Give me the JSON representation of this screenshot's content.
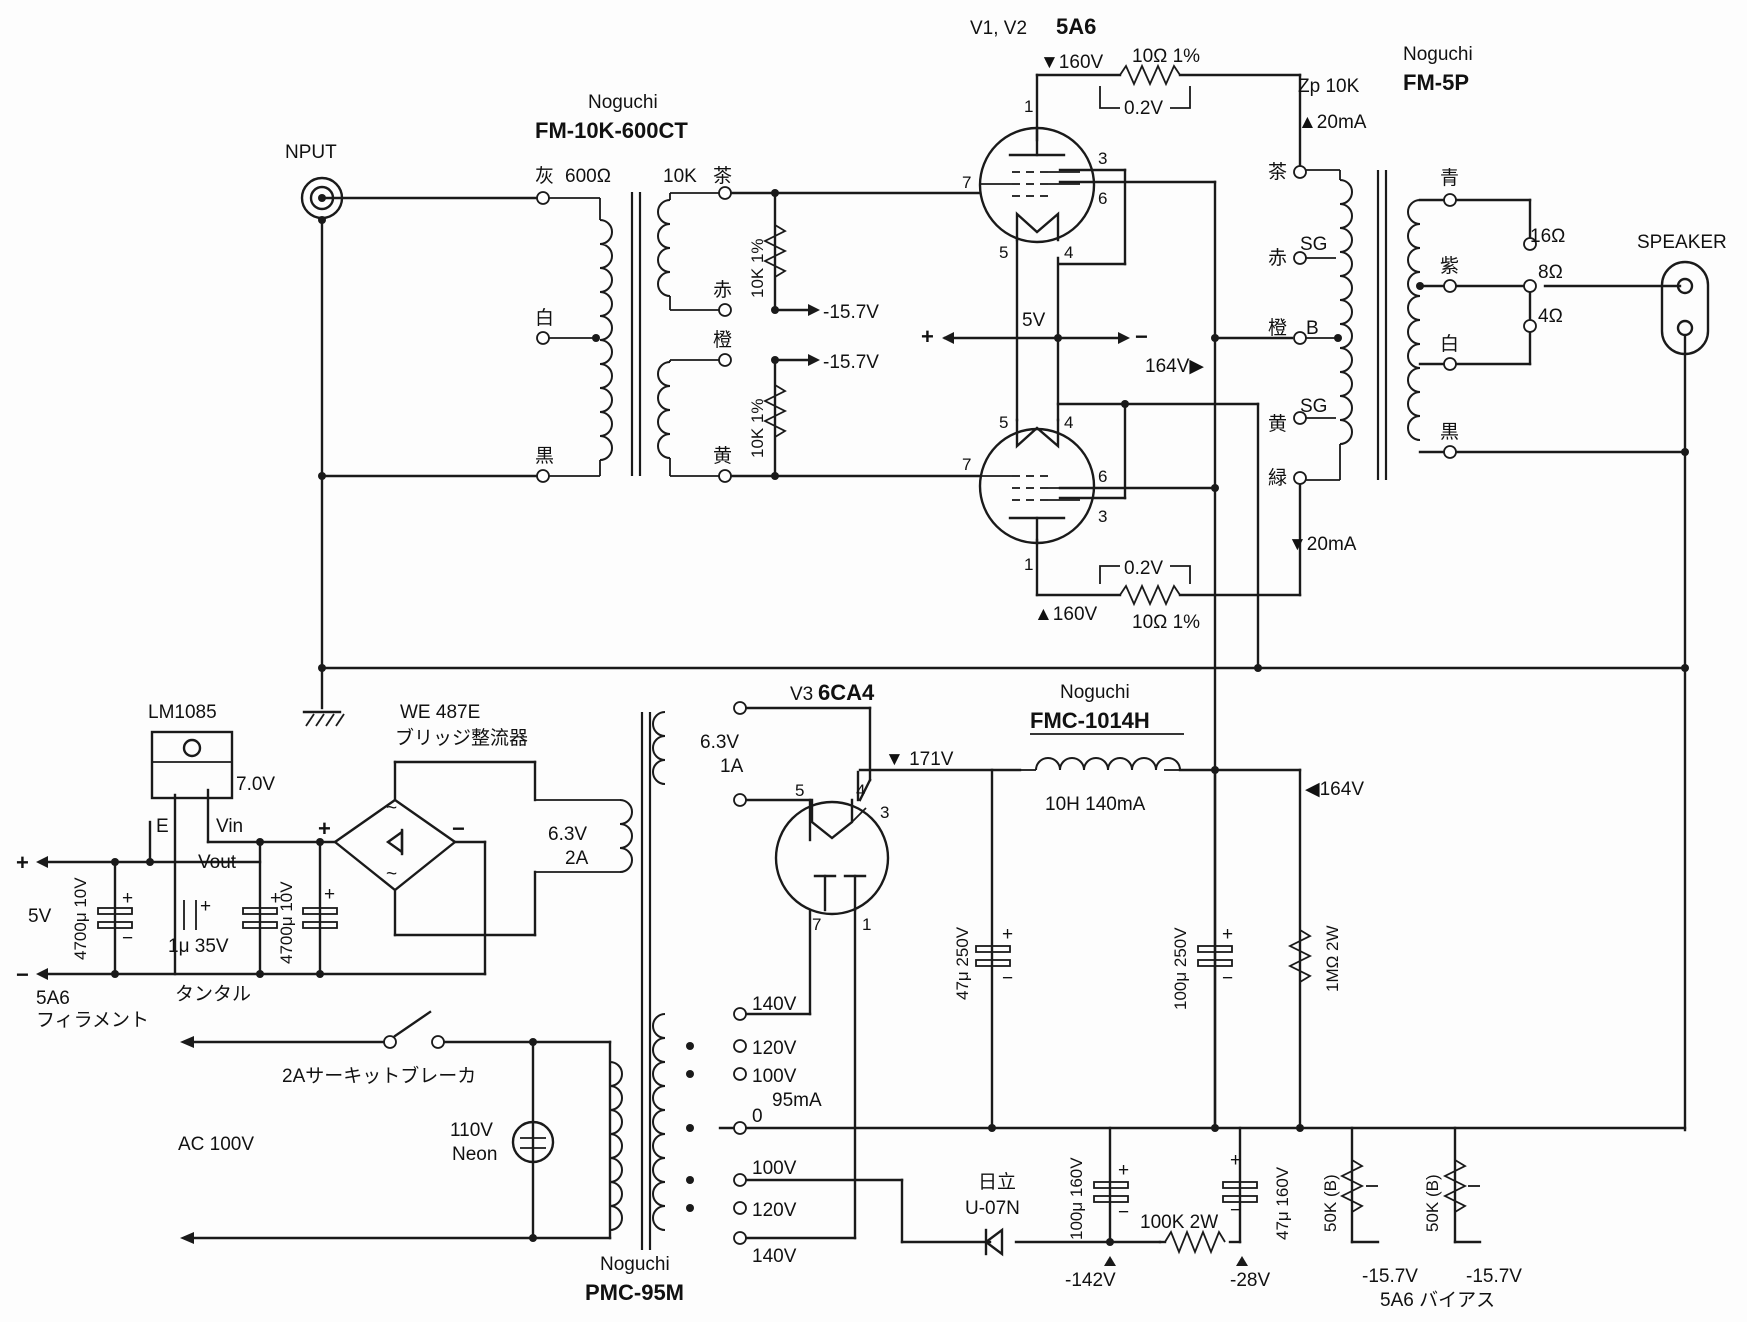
{
  "labels": {
    "input": "NPUT",
    "speaker": "SPEAKER",
    "tube_v1v2_ref": "V1, V2",
    "tube_v1v2_type": "5A6",
    "tube_v3_ref": "V3",
    "tube_v3_type": "6CA4",
    "in_tr_brand": "Noguchi",
    "in_tr_model": "FM-10K-600CT",
    "out_tr_brand": "Noguchi",
    "out_tr_model": "FM-5P",
    "choke_brand": "Noguchi",
    "choke_model": "FMC-1014H",
    "choke_spec": "10H 140mA",
    "ptr_brand": "Noguchi",
    "ptr_model": "PMC-95M",
    "regulator": "LM1085",
    "bridge_model": "WE 487E",
    "bridge_desc": "ブリッジ整流器",
    "diode_brand": "日立",
    "diode_model": "U-07N",
    "ac_in": "AC 100V",
    "breaker": "2Aサーキットブレーカ",
    "neon_v": "110V",
    "neon": "Neon",
    "filament_5a6": "5A6",
    "filament": "フィラメント",
    "tantalum": "タンタル",
    "bias": "5A6 バイアス"
  },
  "in_taps": {
    "gray": "灰",
    "ohm600": "600Ω",
    "white": "白",
    "black": "黒",
    "k10": "10K",
    "brown": "茶",
    "red": "赤",
    "orange": "橙",
    "yellow": "黄"
  },
  "out_taps": {
    "brown": "茶",
    "red": "赤",
    "orange": "橙",
    "yellow": "黄",
    "green": "緑",
    "sg1": "SG",
    "b": "B",
    "sg2": "SG",
    "blue": "青",
    "purple": "紫",
    "white": "白",
    "black": "黒",
    "ohm16": "16Ω",
    "ohm8": "8Ω",
    "ohm4": "4Ω",
    "zp": "Zp 10K"
  },
  "ptr_taps": {
    "fil_63v": "6.3V",
    "fil_1a": "1A",
    "fil2_63v": "6.3V",
    "fil2_2a": "2A",
    "t140a": "140V",
    "t120a": "120V",
    "t100a": "100V",
    "t0": "0",
    "t95ma": "95mA",
    "t100b": "100V",
    "t120b": "120V",
    "t140b": "140V"
  },
  "pins": {
    "v1_p1": "1",
    "v1_p3": "3",
    "v1_p7": "7",
    "v1_p6": "6",
    "v1_p5": "5",
    "v1_p4": "4",
    "v2_p5": "5",
    "v2_p4": "4",
    "v2_p7": "7",
    "v2_p6": "6",
    "v2_p3": "3",
    "v2_p1": "1",
    "v3_p5": "5",
    "v3_p4": "4",
    "v3_p3": "3",
    "v3_p7": "7",
    "v3_p1": "1"
  },
  "components": {
    "r_10k_1": "10K 1%",
    "r_10k_2": "10K 1%",
    "r_10_top": "10Ω 1%",
    "r_10_bot": "10Ω 1%",
    "c_4700_a": "4700μ 10V",
    "c_4700_b": "4700μ 10V",
    "c_1u": "1μ 35V",
    "c_47u250": "47μ 250V",
    "c_100u250": "100μ 250V",
    "r_1m": "1MΩ 2W",
    "c_100u160": "100μ 160V",
    "c_47u160": "47μ 160V",
    "r_100k": "100K 2W",
    "vr1": "50K (B)",
    "vr2": "50K (B)"
  },
  "voltages": {
    "v160_top": "▼160V",
    "v02_top": "0.2V",
    "i20_top": "▲20mA",
    "neg157_1": "-15.7V",
    "neg157_2": "-15.7V",
    "v5": "5V",
    "plus": "+",
    "minus": "−",
    "v164a": "164V▶",
    "i20_bot": "▼20mA",
    "v02_bot": "0.2V",
    "v160_bot": "▲160V",
    "v171": "▼ 171V",
    "v164b": "◀164V",
    "v7": "7.0V",
    "reg_e": "E",
    "reg_vin": "Vin",
    "reg_vout": "Vout",
    "out_plus": "+",
    "out_5v": "5V",
    "out_minus": "−",
    "br_plus": "+",
    "br_minus": "−",
    "neg142": "-142V",
    "neg28": "-28V",
    "neg157_3": "-15.7V",
    "neg157_4": "-15.7V"
  }
}
